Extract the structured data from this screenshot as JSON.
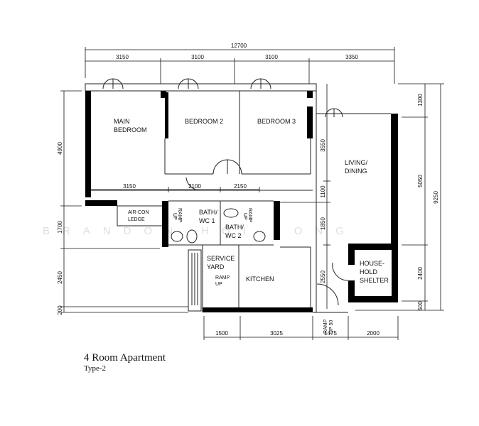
{
  "title": "4 Room Apartment",
  "subtitle": "Type-2",
  "watermark": "BRANDON HOI YONG",
  "rooms": {
    "main_bedroom": [
      "MAIN",
      "BEDROOM"
    ],
    "bedroom2": "BEDROOM 2",
    "bedroom3": "BEDROOM 3",
    "living": [
      "LIVING/",
      "DINING"
    ],
    "aircon": [
      "AIR-CON",
      "LEDGE"
    ],
    "bath1": [
      "BATH/",
      "WC 1"
    ],
    "bath2": [
      "BATH/",
      "WC 2"
    ],
    "service": [
      "SERVICE",
      "YARD"
    ],
    "kitchen": "KITCHEN",
    "shelter": [
      "HOUSE-",
      "HOLD",
      "SHELTER"
    ],
    "ramp": [
      "RAMP",
      "UP"
    ],
    "ramp50": [
      "RAMP",
      "UP 50"
    ]
  },
  "dimensions": {
    "top_total": "12700",
    "top": [
      "3150",
      "3100",
      "3100",
      "3350"
    ],
    "mid": [
      "3150",
      "2100",
      "2150"
    ],
    "bottom": [
      "1500",
      "3025",
      "1475",
      "2000"
    ],
    "left": [
      "4900",
      "1700",
      "2450",
      "200"
    ],
    "right_inner": [
      "1300",
      "3550",
      "1100",
      "1850",
      "2550"
    ],
    "right_outer": [
      "5050",
      "2400",
      "500"
    ],
    "right_total": "9250"
  }
}
